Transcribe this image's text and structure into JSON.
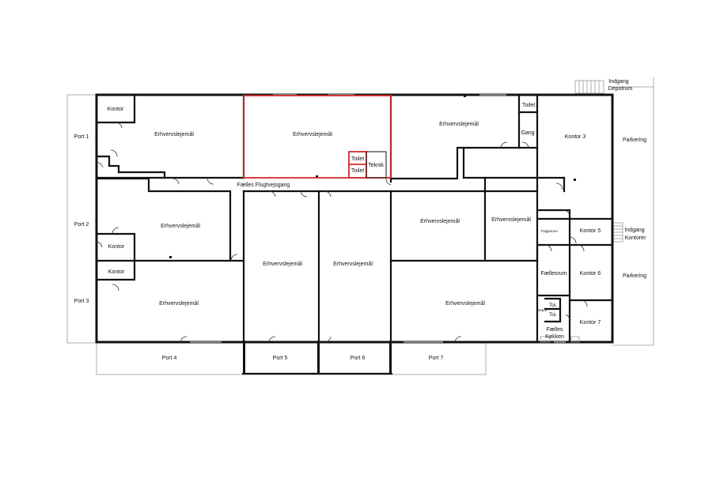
{
  "plan": {
    "rooms": {
      "erhverv_a": "Erhvervslejemål",
      "erhverv_b_highlighted": "Erhvervslejemål",
      "erhverv_c": "Erhvervslejemål",
      "erhverv_d": "Erhvervslejemål",
      "erhverv_e": "Erhvervslejemål",
      "erhverv_f": "Erhvervslejemål",
      "erhverv_g": "Erhvervslejemål",
      "erhverv_h": "Erhvervslejemål",
      "erhverv_i": "Erhvervslejemål",
      "erhverv_j": "Erhvervslejemål",
      "kontor_1": "Kontor",
      "kontor_2": "Kontor",
      "kontor_3": "Kontor",
      "kontor3": "Kontor 3",
      "kontor5": "Kontor 5",
      "kontor6": "Kontor 6",
      "kontor7": "Kontor 7",
      "toilet_top": "Toilet",
      "toilet_mid1": "Toilet",
      "toilet_mid2": "Toilet",
      "teknik": "Teknik",
      "gang": "Gang",
      "flugtvejsgang": "Fælles Flugtvejsgang",
      "trapperum": "Trapperum",
      "faellesrum": "Fællesrum",
      "toi1": "Toi.",
      "toi2": "Toi.",
      "depot_small": "Depot",
      "faelles_koekken_1": "Fælles",
      "faelles_koekken_2": "Køkken"
    },
    "ports": {
      "port1": "Port 1",
      "port2": "Port 2",
      "port3": "Port 3",
      "port4": "Port 4",
      "port5": "Port 5",
      "port6": "Port 6",
      "port7": "Port 7"
    },
    "outside": {
      "indgang_depotrum_1": "Indgang",
      "indgang_depotrum_2": "Depotrum",
      "indgang_kontorer_1": "Indgang",
      "indgang_kontorer_2": "Kontorer",
      "parkering_1": "Parkering",
      "parkering_2": "Parkering"
    },
    "colors": {
      "walls": "#111111",
      "highlight": "#d32b2b",
      "background": "#ffffff"
    }
  }
}
